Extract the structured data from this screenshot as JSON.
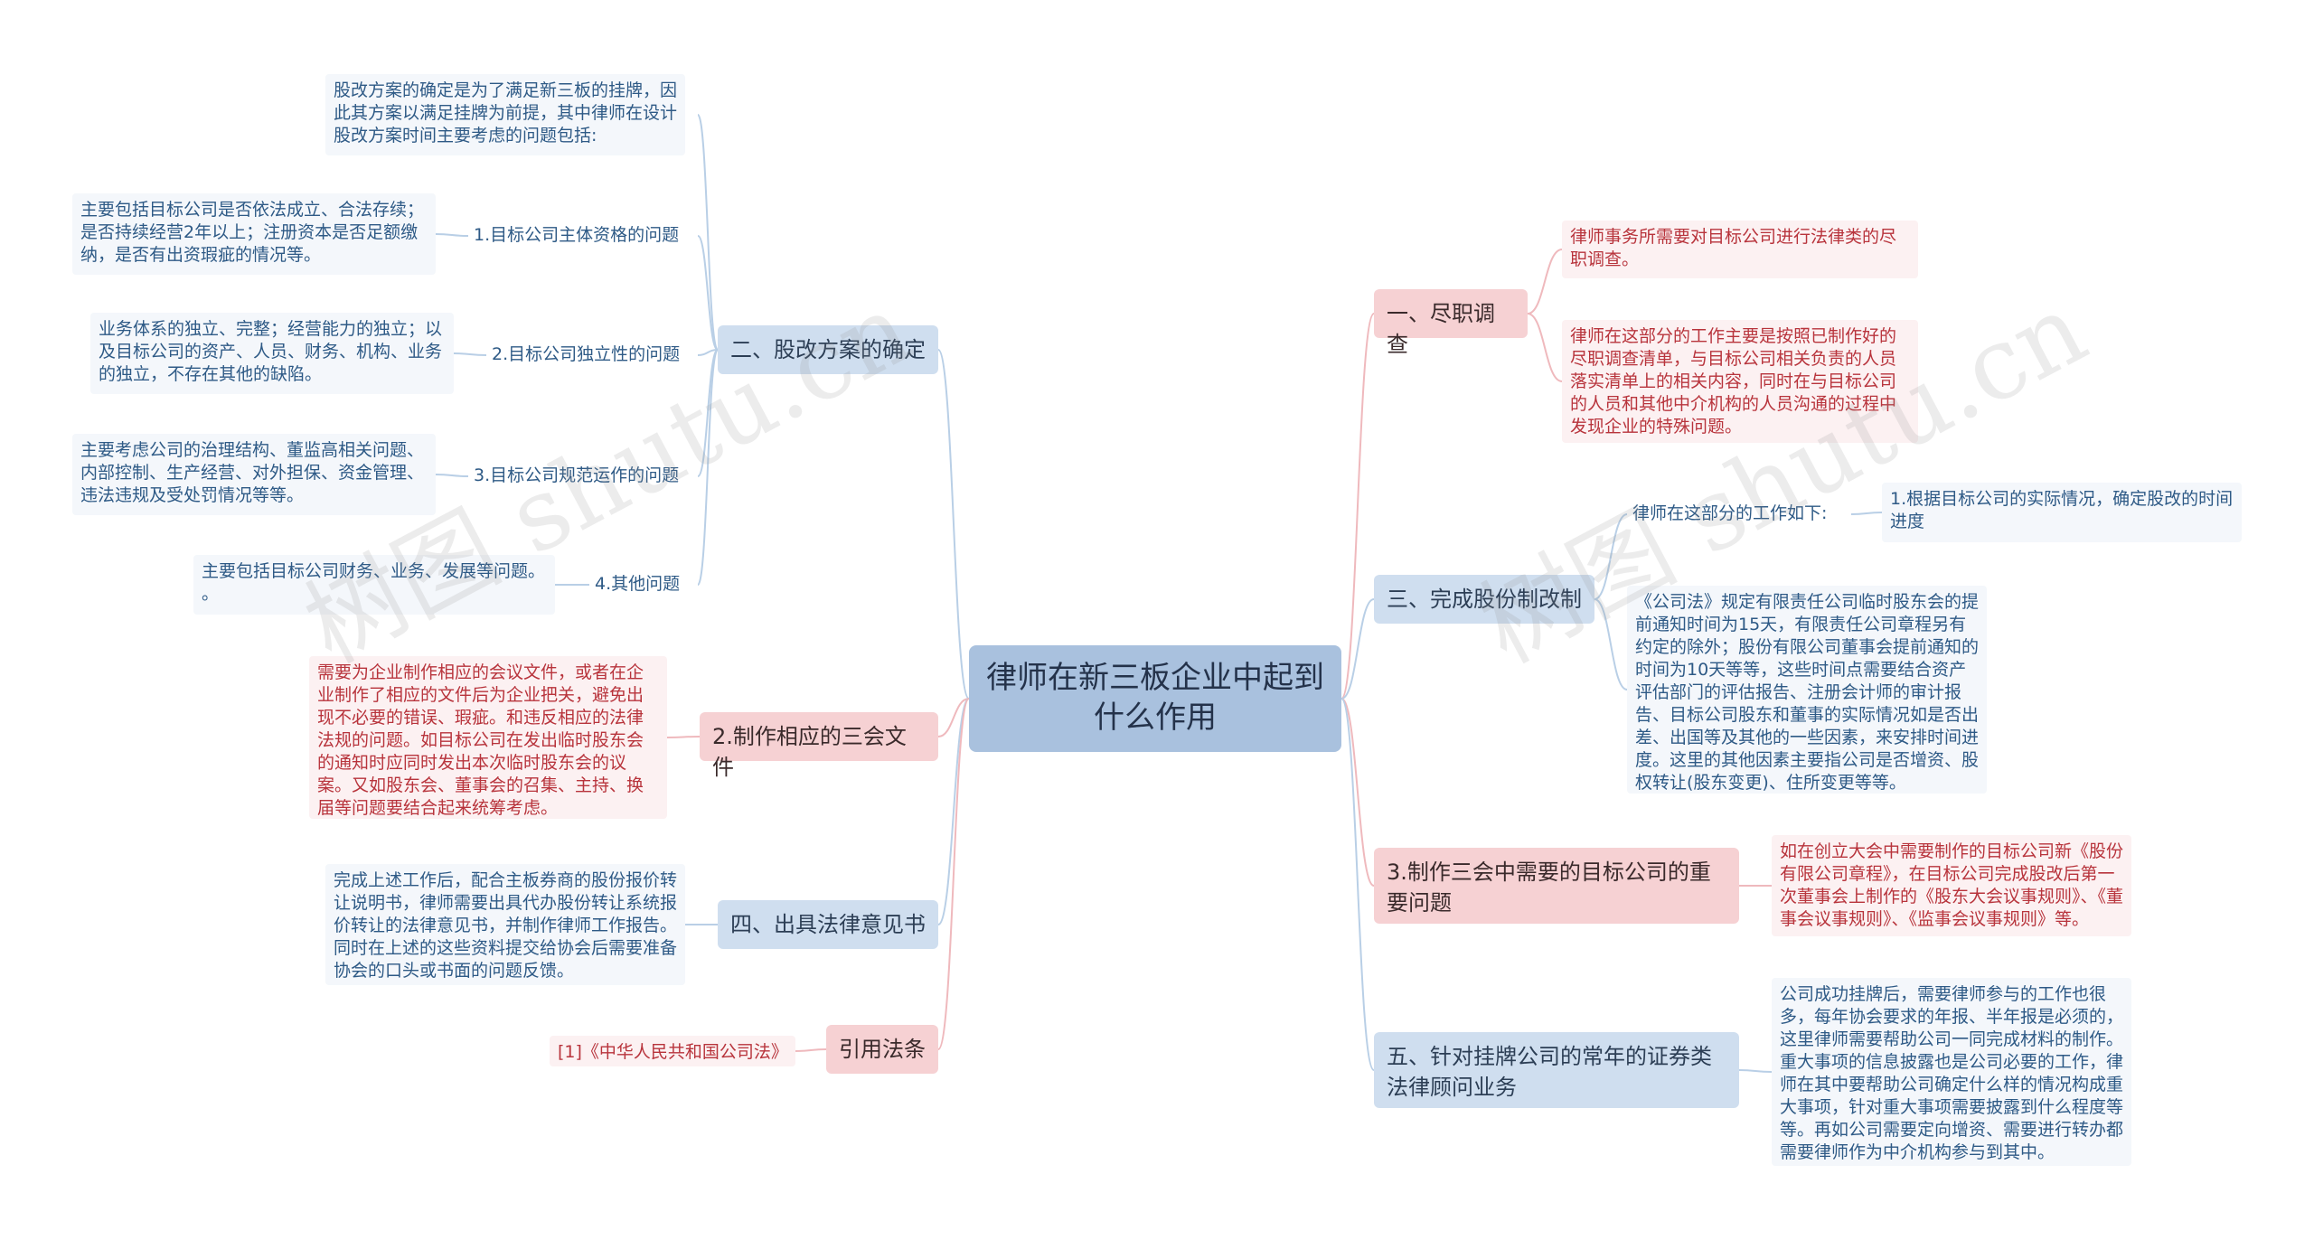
{
  "root": {
    "title": "律师在新三板企业中起到什么作用"
  },
  "left": {
    "guqi": {
      "label": "二、股改方案的确定",
      "intro": "股改方案的确定是为了满足新三板的挂牌，因此其方案以满足挂牌为前提，其中律师在设计股改方案时间主要考虑的问题包括:",
      "items": [
        {
          "label": "1.目标公司主体资格的问题",
          "detail": "主要包括目标公司是否依法成立、合法存续；是否持续经营2年以上；注册资本是否足额缴纳，是否有出资瑕疵的情况等。"
        },
        {
          "label": "2.目标公司独立性的问题",
          "detail": "业务体系的独立、完整；经营能力的独立；以及目标公司的资产、人员、财务、机构、业务的独立，不存在其他的缺陷。"
        },
        {
          "label": "3.目标公司规范运作的问题",
          "detail": "主要考虑公司的治理结构、董监高相关问题、内部控制、生产经营、对外担保、资金管理、违法违规及受处罚情况等等。"
        },
        {
          "label": "4.其他问题",
          "detail": "主要包括目标公司财务、业务、发展等问题。\n。"
        }
      ]
    },
    "sanhui": {
      "label": "2.制作相应的三会文件",
      "detail": "需要为企业制作相应的会议文件，或者在企业制作了相应的文件后为企业把关，避免出现不必要的错误、瑕疵。和违反相应的法律法规的问题。如目标公司在发出临时股东会的通知时应同时发出本次临时股东会的议案。又如股东会、董事会的召集、主持、换届等问题要结合起来统筹考虑。"
    },
    "yijian": {
      "label": "四、出具法律意见书",
      "detail": "完成上述工作后，配合主板券商的股份报价转让说明书，律师需要出具代办股份转让系统报价转让的法律意见书，并制作律师工作报告。同时在上述的这些资料提交给协会后需要准备协会的口头或书面的问题反馈。"
    },
    "yinyong": {
      "label": "引用法条",
      "detail": "[1]《中华人民共和国公司法》"
    }
  },
  "right": {
    "jindiao": {
      "label": "一、尽职调查",
      "items": [
        "律师事务所需要对目标公司进行法律类的尽职调查。",
        "律师在这部分的工作主要是按照已制作好的尽职调查清单，与目标公司相关负责的人员落实清单上的相关内容，同时在与目标公司的人员和其他中介机构的人员沟通的过程中发现企业的特殊问题。"
      ]
    },
    "gaizhi": {
      "label": "三、完成股份制改制",
      "sub": "律师在这部分的工作如下:",
      "sub_detail": "1.根据目标公司的实际情况，确定股改的时间进度",
      "detail": "《公司法》规定有限责任公司临时股东会的提前通知时间为15天，有限责任公司章程另有约定的除外；股份有限公司董事会提前通知的时间为10天等等，这些时间点需要结合资产评估部门的评估报告、注册会计师的审计报告、目标公司股东和董事的实际情况如是否出差、出国等及其他的一些因素，来安排时间进度。这里的其他因素主要指公司是否增资、股权转让(股东变更)、住所变更等等。"
    },
    "zhongyao": {
      "label": "3.制作三会中需要的目标公司的重要问题",
      "detail": "如在创立大会中需要制作的目标公司新《股份有限公司章程》，在目标公司完成股改后第一次董事会上制作的《股东大会议事规则》、《董事会议事规则》、《监事会议事规则》等。"
    },
    "guwen": {
      "label": "五、针对挂牌公司的常年的证券类法律顾问业务",
      "detail": "公司成功挂牌后，需要律师参与的工作也很多，每年协会要求的年报、半年报是必须的，这里律师需要帮助公司一同完成材料的制作。重大事项的信息披露也是公司必要的工作，律师在其中要帮助公司确定什么样的情况构成重大事项，针对重大事项需要披露到什么程度等等。再如公司需要定向增资、需要进行转办都需要律师作为中介机构参与到其中。"
    }
  },
  "watermark": [
    "树图 shutu.cn",
    "树图 shutu.cn"
  ],
  "colors": {
    "blue_node": "#cfdeef",
    "pink_node": "#f6d1d3",
    "root_node": "#a9c1de",
    "pink_text": "#b8343c",
    "blue_text": "#2e5a86"
  }
}
